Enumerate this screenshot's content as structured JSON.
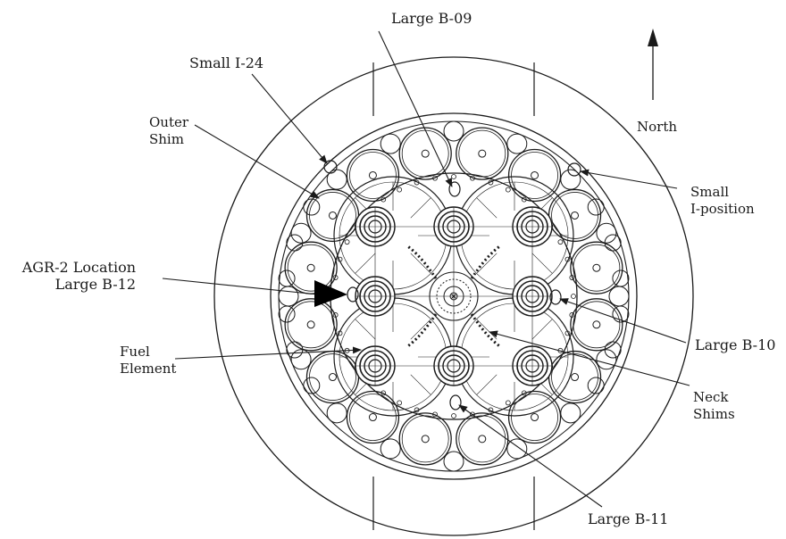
{
  "labels": {
    "large_b09": "Large B-09",
    "small_i24": "Small I-24",
    "outer_shim_1": "Outer",
    "outer_shim_2": "Shim",
    "north": "North",
    "small_ipos_1": "Small",
    "small_ipos_2": "I-position",
    "agr2_1": "AGR-2 Location",
    "agr2_2": "Large B-12",
    "large_b10": "Large B-10",
    "fuel_1": "Fuel",
    "fuel_2": "Element",
    "neck_1": "Neck",
    "neck_2": "Shims",
    "large_b11": "Large B-11"
  },
  "colors": {
    "line": "#1a1a1a",
    "background": "#ffffff"
  }
}
